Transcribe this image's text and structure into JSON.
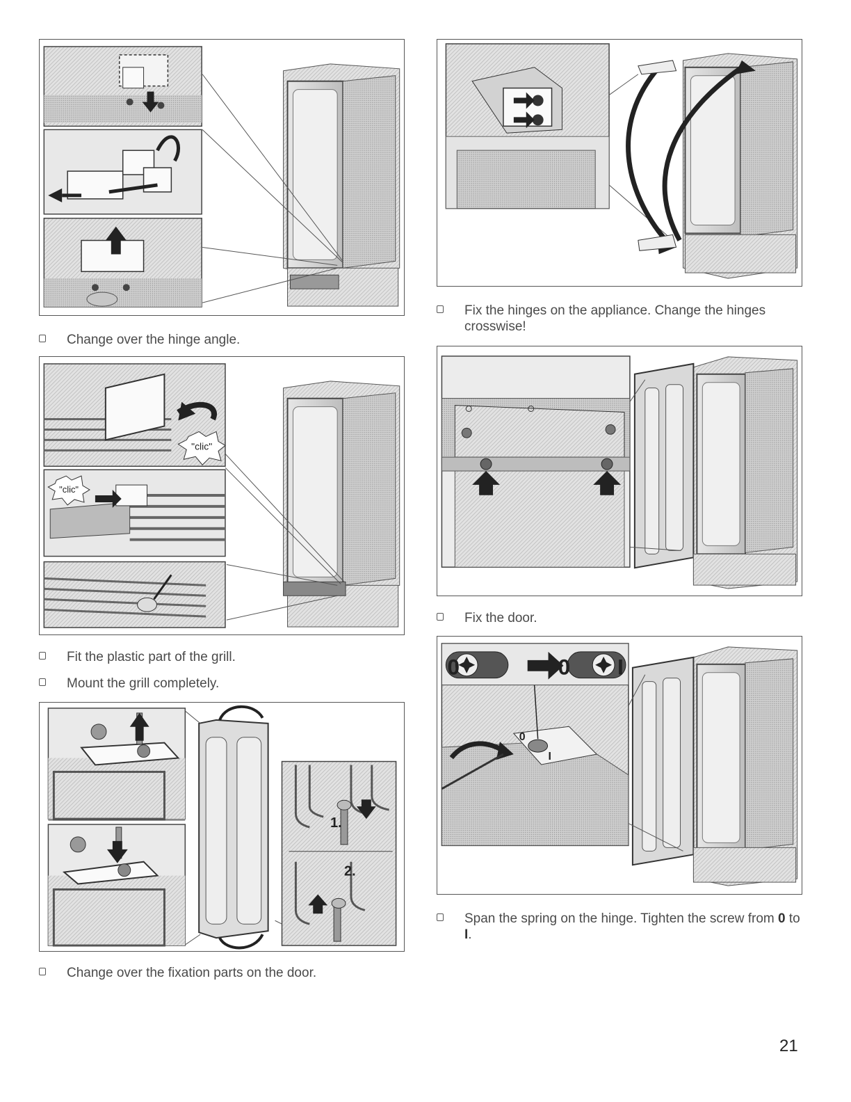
{
  "instructions": {
    "change_hinge_angle": "Change over the hinge angle.",
    "fit_plastic_part": "Fit the plastic part of the grill.",
    "mount_grill": "Mount the grill completely.",
    "change_fixation_parts": "Change over the fixation parts on the door.",
    "fix_hinges": "Fix the hinges on the appliance. Change the hinges crosswise!",
    "fix_door": "Fix the door.",
    "span_spring_a": "Span the spring on the hinge. Tighten the screw from ",
    "span_spring_0": "0",
    "span_spring_to": " to ",
    "span_spring_1": "I",
    "span_spring_end": "."
  },
  "figure_labels": {
    "clic_1": "\"clic\"",
    "clic_2": "\"clic\"",
    "step_1": "1.",
    "step_2": "2.",
    "zero_a": "0",
    "zero_b": "0",
    "one_b": "I",
    "zero_c": "0",
    "one_c": "I"
  },
  "page_number": "21"
}
